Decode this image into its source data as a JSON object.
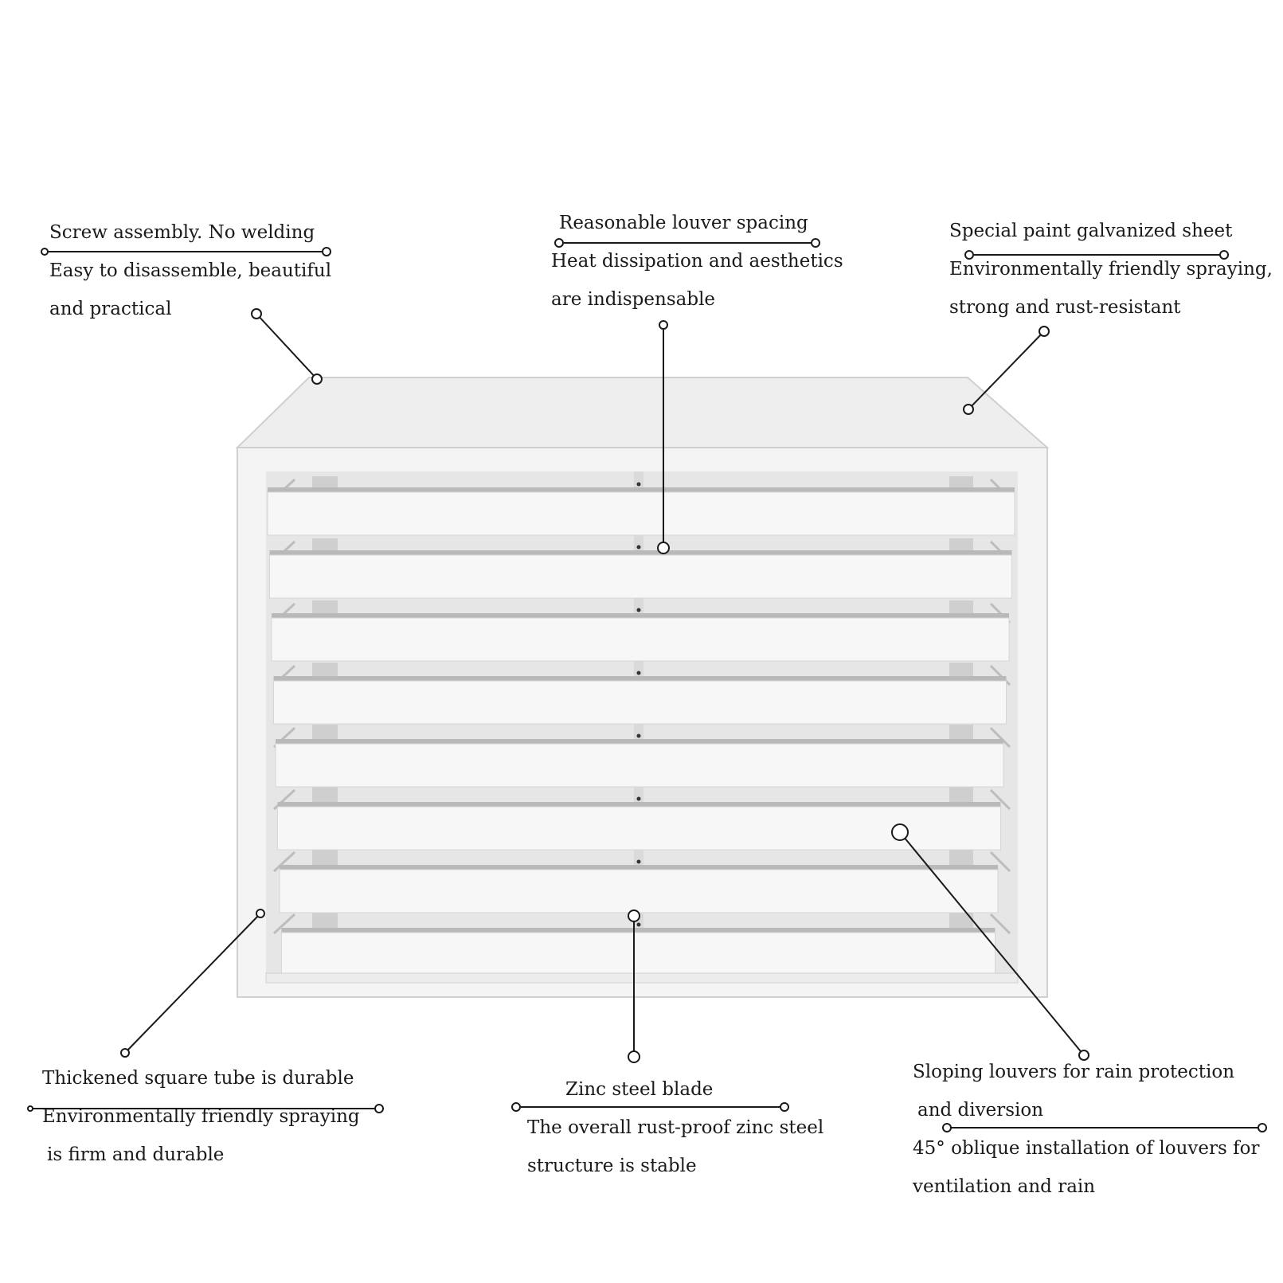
{
  "callouts": {
    "screw": {
      "title": "Screw assembly. No welding",
      "line1": "Easy to disassemble, beautiful",
      "line2": "and practical"
    },
    "spacing": {
      "title": "Reasonable louver spacing",
      "line1": "Heat dissipation and aesthetics",
      "line2": "are indispensable"
    },
    "paint": {
      "title": "Special paint galvanized sheet",
      "line1": "Environmentally friendly spraying,",
      "line2": "strong and rust-resistant"
    },
    "tube": {
      "title": "Thickened square tube is durable",
      "line1": "Environmentally friendly spraying",
      "line2": "is firm and durable"
    },
    "blade": {
      "title": "Zinc steel blade",
      "line1": "The overall rust-proof zinc steel",
      "line2": "structure is stable"
    },
    "slope": {
      "title": "Sloping louvers for rain protection",
      "title2": "and diversion",
      "line1": "45° oblique installation of louvers for",
      "line2": "ventilation and rain"
    }
  },
  "colors": {
    "frame": "#f4f4f4",
    "frame_edge": "#d4d4d4",
    "blade": "#f7f7f7",
    "blade_shadow": "#b9b9b9",
    "leader": "#1a1a1a"
  }
}
